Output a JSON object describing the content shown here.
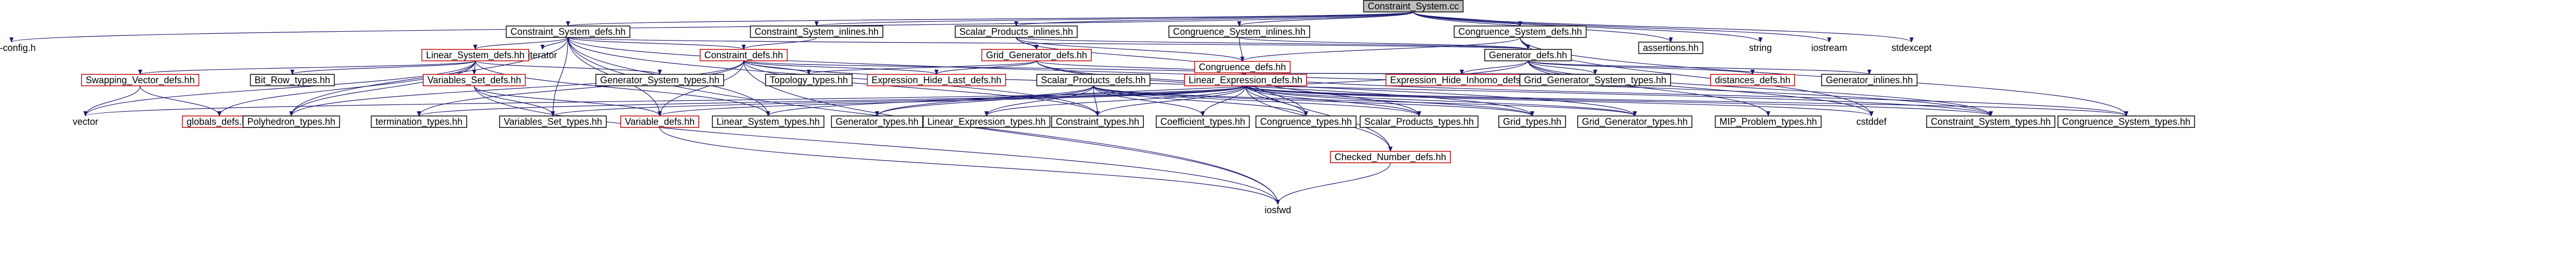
{
  "colors": {
    "edge": "#191970",
    "root_fill": "#bfbfbf",
    "node_border": "#000000",
    "undocumented_border": "#bf0000",
    "external_text": "#000000"
  },
  "nodes": [
    {
      "id": "n0",
      "label": "Constraint_System.cc",
      "kind": "root"
    },
    {
      "id": "n1",
      "label": "ppl-config.h",
      "kind": "external"
    },
    {
      "id": "n2",
      "label": "Constraint_System_defs.hh",
      "kind": "documented"
    },
    {
      "id": "n3",
      "label": "Constraint_System_inlines.hh",
      "kind": "documented"
    },
    {
      "id": "n4",
      "label": "Scalar_Products_inlines.hh",
      "kind": "documented"
    },
    {
      "id": "n5",
      "label": "Congruence_System_inlines.hh",
      "kind": "documented"
    },
    {
      "id": "n6",
      "label": "Congruence_System_defs.hh",
      "kind": "documented"
    },
    {
      "id": "n7",
      "label": "assertions.hh",
      "kind": "documented"
    },
    {
      "id": "n8",
      "label": "string",
      "kind": "external"
    },
    {
      "id": "n9",
      "label": "iostream",
      "kind": "external"
    },
    {
      "id": "n10",
      "label": "stdexcept",
      "kind": "external"
    },
    {
      "id": "n11",
      "label": "Linear_System_defs.hh",
      "kind": "undocumented"
    },
    {
      "id": "n12",
      "label": "iterator",
      "kind": "external"
    },
    {
      "id": "n13",
      "label": "Constraint_defs.hh",
      "kind": "undocumented"
    },
    {
      "id": "n14",
      "label": "Grid_Generator_defs.hh",
      "kind": "undocumented"
    },
    {
      "id": "n15",
      "label": "Congruence_defs.hh",
      "kind": "undocumented"
    },
    {
      "id": "n16",
      "label": "Generator_defs.hh",
      "kind": "documented"
    },
    {
      "id": "n17",
      "label": "Swapping_Vector_defs.hh",
      "kind": "undocumented"
    },
    {
      "id": "n18",
      "label": "Bit_Row_types.hh",
      "kind": "documented"
    },
    {
      "id": "n19",
      "label": "Variables_Set_defs.hh",
      "kind": "undocumented"
    },
    {
      "id": "n20",
      "label": "Generator_System_types.hh",
      "kind": "documented"
    },
    {
      "id": "n21",
      "label": "Topology_types.hh",
      "kind": "documented"
    },
    {
      "id": "n22",
      "label": "Expression_Hide_Last_defs.hh",
      "kind": "undocumented"
    },
    {
      "id": "n23",
      "label": "Scalar_Products_defs.hh",
      "kind": "documented"
    },
    {
      "id": "n24",
      "label": "Linear_Expression_defs.hh",
      "kind": "undocumented"
    },
    {
      "id": "n25",
      "label": "Expression_Hide_Inhomo_defs.hh",
      "kind": "undocumented"
    },
    {
      "id": "n26",
      "label": "Grid_Generator_System_types.hh",
      "kind": "documented"
    },
    {
      "id": "n27",
      "label": "distances_defs.hh",
      "kind": "undocumented"
    },
    {
      "id": "n28",
      "label": "Generator_inlines.hh",
      "kind": "documented"
    },
    {
      "id": "n29",
      "label": "vector",
      "kind": "external"
    },
    {
      "id": "n30",
      "label": "globals_defs.hh",
      "kind": "undocumented"
    },
    {
      "id": "n31",
      "label": "Polyhedron_types.hh",
      "kind": "documented"
    },
    {
      "id": "n32",
      "label": "termination_types.hh",
      "kind": "documented"
    },
    {
      "id": "n33",
      "label": "Variables_Set_types.hh",
      "kind": "documented"
    },
    {
      "id": "n34",
      "label": "Variable_defs.hh",
      "kind": "undocumented"
    },
    {
      "id": "n35",
      "label": "Linear_System_types.hh",
      "kind": "documented"
    },
    {
      "id": "n36",
      "label": "Generator_types.hh",
      "kind": "documented"
    },
    {
      "id": "n37",
      "label": "Linear_Expression_types.hh",
      "kind": "documented"
    },
    {
      "id": "n38",
      "label": "Constraint_types.hh",
      "kind": "documented"
    },
    {
      "id": "n39",
      "label": "Coefficient_types.hh",
      "kind": "documented"
    },
    {
      "id": "n40",
      "label": "Congruence_types.hh",
      "kind": "documented"
    },
    {
      "id": "n41",
      "label": "Scalar_Products_types.hh",
      "kind": "documented"
    },
    {
      "id": "n42",
      "label": "Grid_types.hh",
      "kind": "documented"
    },
    {
      "id": "n43",
      "label": "Grid_Generator_types.hh",
      "kind": "documented"
    },
    {
      "id": "n44",
      "label": "MIP_Problem_types.hh",
      "kind": "documented"
    },
    {
      "id": "n45",
      "label": "cstddef",
      "kind": "external"
    },
    {
      "id": "n46",
      "label": "Constraint_System_types.hh",
      "kind": "documented"
    },
    {
      "id": "n47",
      "label": "Congruence_System_types.hh",
      "kind": "documented"
    },
    {
      "id": "n48",
      "label": "Checked_Number_defs.hh",
      "kind": "undocumented"
    },
    {
      "id": "n49",
      "label": "iosfwd",
      "kind": "external"
    }
  ],
  "edges": [
    [
      "n0",
      "n1"
    ],
    [
      "n0",
      "n2"
    ],
    [
      "n0",
      "n3"
    ],
    [
      "n0",
      "n4"
    ],
    [
      "n0",
      "n5"
    ],
    [
      "n0",
      "n6"
    ],
    [
      "n0",
      "n7"
    ],
    [
      "n0",
      "n8"
    ],
    [
      "n0",
      "n9"
    ],
    [
      "n0",
      "n10"
    ],
    [
      "n2",
      "n11"
    ],
    [
      "n2",
      "n12"
    ],
    [
      "n2",
      "n13"
    ],
    [
      "n2",
      "n16"
    ],
    [
      "n2",
      "n31"
    ],
    [
      "n2",
      "n33"
    ],
    [
      "n2",
      "n34"
    ],
    [
      "n2",
      "n35"
    ],
    [
      "n2",
      "n38"
    ],
    [
      "n2",
      "n46"
    ],
    [
      "n2",
      "n49"
    ],
    [
      "n3",
      "n13"
    ],
    [
      "n4",
      "n14"
    ],
    [
      "n4",
      "n15"
    ],
    [
      "n4",
      "n24"
    ],
    [
      "n4",
      "n16"
    ],
    [
      "n5",
      "n15"
    ],
    [
      "n5",
      "n16"
    ],
    [
      "n6",
      "n15"
    ],
    [
      "n6",
      "n16"
    ],
    [
      "n6",
      "n47"
    ],
    [
      "n6",
      "n45"
    ],
    [
      "n11",
      "n17"
    ],
    [
      "n11",
      "n18"
    ],
    [
      "n11",
      "n19"
    ],
    [
      "n11",
      "n29"
    ],
    [
      "n11",
      "n30"
    ],
    [
      "n11",
      "n31"
    ],
    [
      "n11",
      "n20"
    ],
    [
      "n11",
      "n35"
    ],
    [
      "n13",
      "n21"
    ],
    [
      "n13",
      "n22"
    ],
    [
      "n13",
      "n24"
    ],
    [
      "n13",
      "n34"
    ],
    [
      "n13",
      "n32"
    ],
    [
      "n13",
      "n31"
    ],
    [
      "n13",
      "n38"
    ],
    [
      "n13",
      "n46"
    ],
    [
      "n13",
      "n49"
    ],
    [
      "n14",
      "n21"
    ],
    [
      "n14",
      "n24"
    ],
    [
      "n14",
      "n22"
    ],
    [
      "n14",
      "n43"
    ],
    [
      "n14",
      "n42"
    ],
    [
      "n15",
      "n24"
    ],
    [
      "n15",
      "n25"
    ],
    [
      "n15",
      "n40"
    ],
    [
      "n15",
      "n41"
    ],
    [
      "n15",
      "n47"
    ],
    [
      "n15",
      "n48"
    ],
    [
      "n15",
      "n26"
    ],
    [
      "n16",
      "n25"
    ],
    [
      "n16",
      "n26"
    ],
    [
      "n16",
      "n27"
    ],
    [
      "n16",
      "n28"
    ],
    [
      "n16",
      "n36"
    ],
    [
      "n16",
      "n44"
    ],
    [
      "n16",
      "n46"
    ],
    [
      "n16",
      "n45"
    ],
    [
      "n17",
      "n29"
    ],
    [
      "n17",
      "n30"
    ],
    [
      "n19",
      "n33"
    ],
    [
      "n19",
      "n34"
    ],
    [
      "n19",
      "n49"
    ],
    [
      "n23",
      "n35"
    ],
    [
      "n23",
      "n36"
    ],
    [
      "n23",
      "n37"
    ],
    [
      "n23",
      "n38"
    ],
    [
      "n23",
      "n39"
    ],
    [
      "n23",
      "n40"
    ],
    [
      "n23",
      "n41"
    ],
    [
      "n23",
      "n42"
    ],
    [
      "n23",
      "n43"
    ],
    [
      "n24",
      "n29"
    ],
    [
      "n24",
      "n32"
    ],
    [
      "n24",
      "n33"
    ],
    [
      "n24",
      "n34"
    ],
    [
      "n24",
      "n37"
    ],
    [
      "n24",
      "n38"
    ],
    [
      "n24",
      "n39"
    ],
    [
      "n24",
      "n40"
    ],
    [
      "n24",
      "n41"
    ],
    [
      "n24",
      "n42"
    ],
    [
      "n24",
      "n43"
    ],
    [
      "n24",
      "n45"
    ],
    [
      "n24",
      "n46"
    ],
    [
      "n24",
      "n47"
    ],
    [
      "n24",
      "n48"
    ],
    [
      "n34",
      "n49"
    ],
    [
      "n48",
      "n49"
    ]
  ]
}
